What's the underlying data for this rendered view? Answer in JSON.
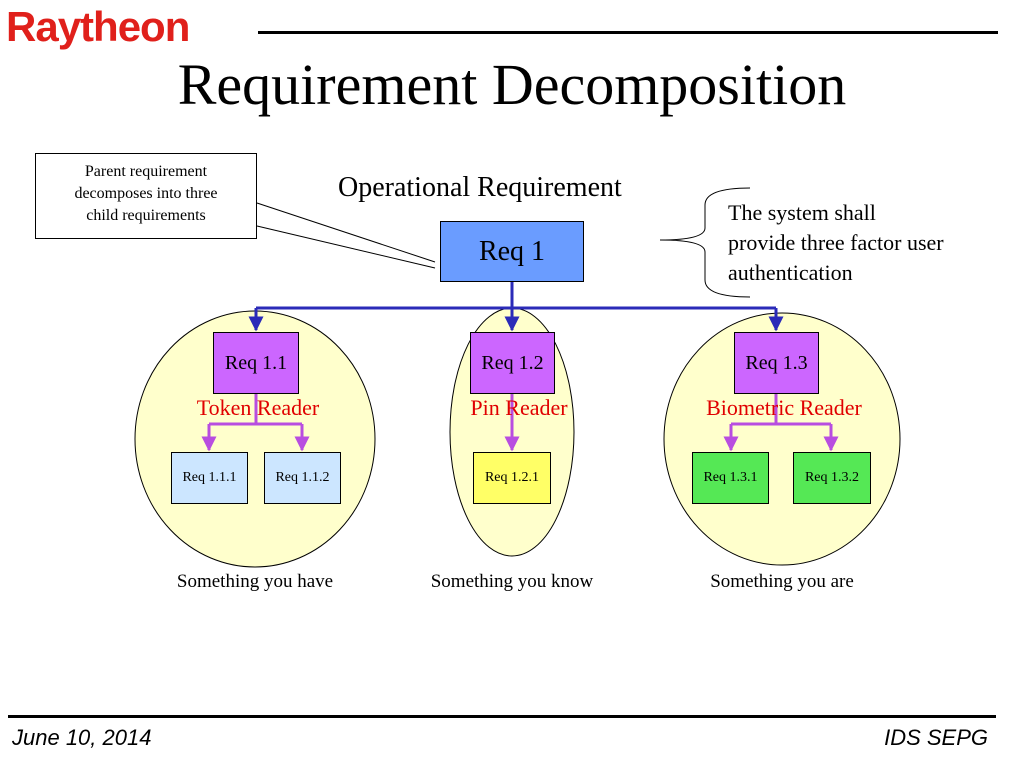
{
  "header": {
    "logo_text": "Raytheon",
    "title": "Requirement Decomposition"
  },
  "callout": {
    "text_lines": [
      "Parent requirement",
      "decomposes into three",
      "child requirements"
    ]
  },
  "operational_label": "Operational Requirement",
  "root": {
    "label": "Req 1"
  },
  "statement": {
    "text_lines": [
      "The system shall",
      "provide three factor user",
      "authentication"
    ]
  },
  "groups": [
    {
      "label": "Req 1.1",
      "reader": "Token Reader",
      "caption": "Something you have",
      "children": [
        {
          "label": "Req 1.1.1"
        },
        {
          "label": "Req 1.1.2"
        }
      ]
    },
    {
      "label": "Req 1.2",
      "reader": "Pin Reader",
      "caption": "Something you know",
      "children": [
        {
          "label": "Req 1.2.1"
        }
      ]
    },
    {
      "label": "Req 1.3",
      "reader": "Biometric Reader",
      "caption": "Something you are",
      "children": [
        {
          "label": "Req 1.3.1"
        },
        {
          "label": "Req 1.3.2"
        }
      ]
    }
  ],
  "colors": {
    "logo_red": "#e0201b",
    "root_blue": "#6a9cff",
    "connector_blue": "#2b2bb8",
    "purple": "#cc66ff",
    "connector_purple": "#b84de0",
    "circle_fill": "#ffffcc",
    "light_blue": "#cce6ff",
    "yellow": "#ffff66",
    "green": "#55e855",
    "reader_red": "#e00000"
  },
  "footer": {
    "date": "June 10, 2014",
    "org": "IDS SEPG"
  }
}
